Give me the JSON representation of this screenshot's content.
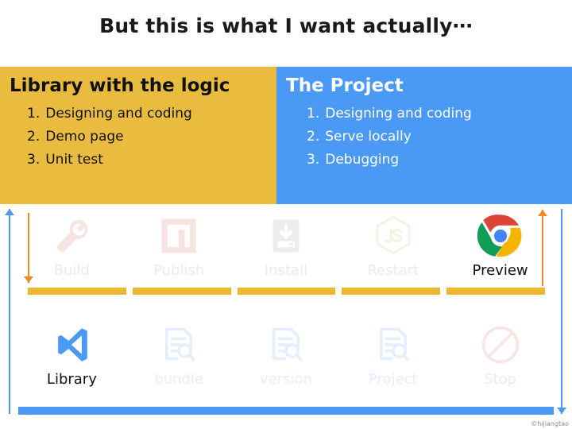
{
  "slide": {
    "title": "But this is what I want actually⋯",
    "watermark": "©hijiangtao"
  },
  "colors": {
    "gold": "#e9bc3f",
    "blue": "#4a9af5",
    "bar_gold": "#ecb731",
    "arrow_orange": "#f08a23",
    "title_text": "#1a1a1a"
  },
  "panels": [
    {
      "heading": "Library with the logic",
      "items": [
        {
          "num": "1.",
          "text": "Designing and coding"
        },
        {
          "num": "2.",
          "text": "Demo page"
        },
        {
          "num": "3.",
          "text": "Unit test"
        }
      ]
    },
    {
      "heading": "The Project",
      "items": [
        {
          "num": "1.",
          "text": "Designing and coding"
        },
        {
          "num": "2.",
          "text": "Serve locally"
        },
        {
          "num": "3.",
          "text": "Debugging"
        }
      ]
    }
  ],
  "toolbar_top": [
    {
      "label": "Build",
      "icon": "wrench-icon",
      "state": "dimmed"
    },
    {
      "label": "Publish",
      "icon": "npm-icon",
      "state": "dimmed"
    },
    {
      "label": "Install",
      "icon": "download-icon",
      "state": "dimmed"
    },
    {
      "label": "Restart",
      "icon": "nodejs-icon",
      "state": "dimmed"
    },
    {
      "label": "Preview",
      "icon": "chrome-icon",
      "state": "active"
    }
  ],
  "toolbar_bottom": [
    {
      "label": "Library",
      "icon": "vscode-icon",
      "state": "active"
    },
    {
      "label": "bundle",
      "icon": "doc-search-icon",
      "state": "dimmed"
    },
    {
      "label": "version",
      "icon": "doc-search-icon",
      "state": "dimmed"
    },
    {
      "label": "Project",
      "icon": "doc-search-icon",
      "state": "dimmed"
    },
    {
      "label": "Stop",
      "icon": "prohibition-icon",
      "state": "dimmed"
    }
  ],
  "arrows": [
    {
      "name": "blue-up-left",
      "direction": "up",
      "color": "#4a9af5"
    },
    {
      "name": "orange-down-left",
      "direction": "down",
      "color": "#f08a23"
    },
    {
      "name": "orange-up-right",
      "direction": "up",
      "color": "#f08a23"
    },
    {
      "name": "blue-down-right",
      "direction": "down",
      "color": "#4a9af5"
    }
  ]
}
